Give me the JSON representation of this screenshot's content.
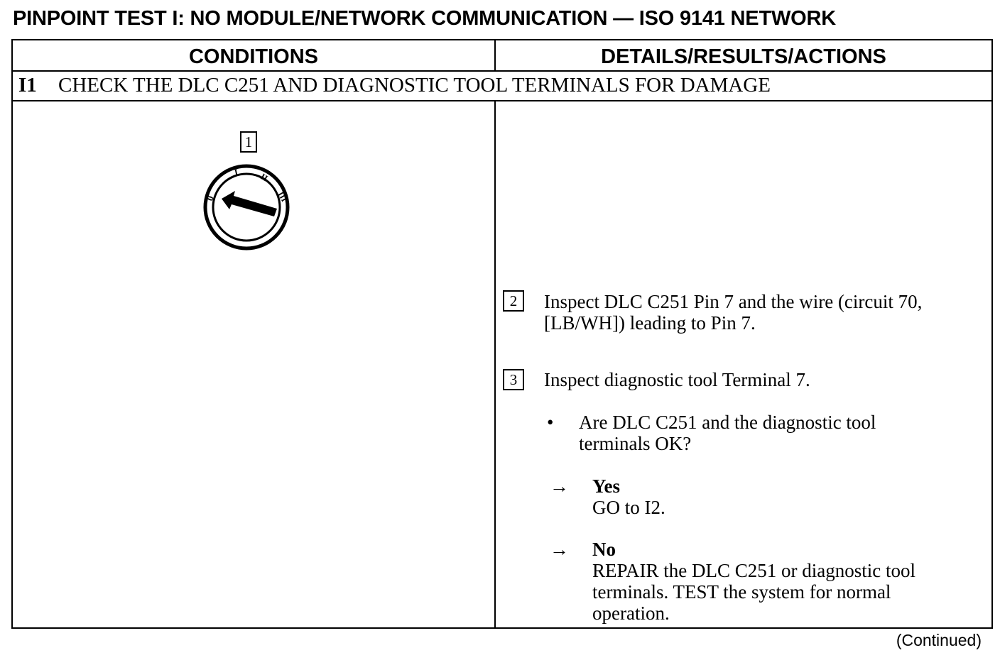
{
  "page_title": "PINPOINT TEST I:  NO MODULE/NETWORK COMMUNICATION — ISO 9141 NETWORK",
  "table": {
    "col_conditions": "CONDITIONS",
    "col_details": "DETAILS/RESULTS/ACTIONS"
  },
  "step": {
    "id": "I1",
    "heading": "CHECK THE DLC C251 AND DIAGNOSTIC TOOL TERMINALS FOR DAMAGE"
  },
  "figure": {
    "callout": "1",
    "dial_labels": [
      "0",
      "I",
      "II",
      "III"
    ]
  },
  "actions": {
    "item2_num": "2",
    "item2_line1": "Inspect DLC C251 Pin 7 and the wire (circuit 70,",
    "item2_line2": "[LB/WH]) leading to Pin 7.",
    "item3_num": "3",
    "item3_text": "Inspect diagnostic tool Terminal 7.",
    "bullet_char": "•",
    "question_line1": "Are DLC C251 and the diagnostic tool",
    "question_line2": "terminals OK?",
    "arrow_char": "→",
    "yes_label": "Yes",
    "yes_action": "GO to I2.",
    "no_label": "No",
    "no_line1": "REPAIR the DLC C251 or diagnostic tool",
    "no_line2": "terminals. TEST the system for normal",
    "no_line3": "operation."
  },
  "footer": {
    "continued": "(Continued)"
  }
}
